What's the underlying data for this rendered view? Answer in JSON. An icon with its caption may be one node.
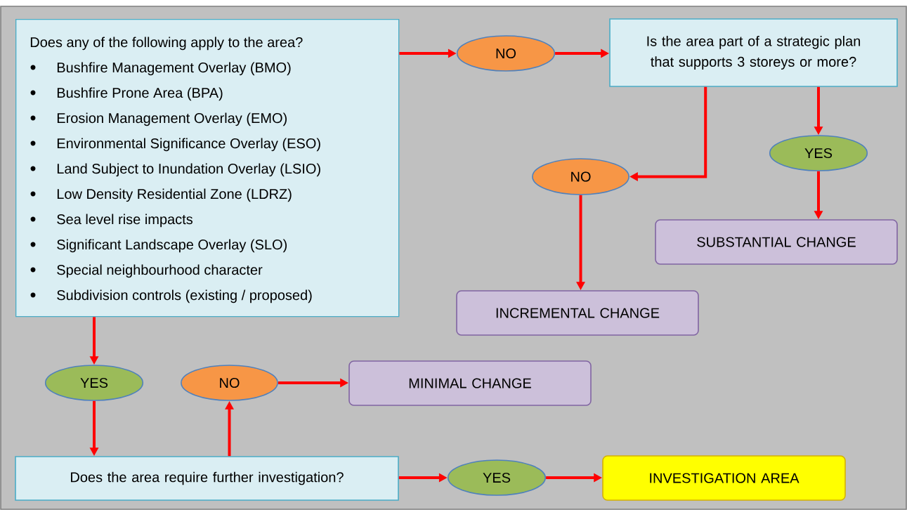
{
  "diagram": {
    "nodes": [
      {
        "text": [
          "Does any of the following apply to the area?",
          "Bushfire Management Overlay (BMO)",
          "Bushfire Prone Area (BPA)",
          "Erosion Management Overlay (EMO)",
          "Environmental Significance Overlay (ESO)",
          "Land Subject to Inundation Overlay (LSIO)",
          "Low Density Residential Zone (LDRZ)",
          "Sea level rise impacts",
          "Significant Landscape Overlay (SLO)",
          "Special neighbourhood character",
          "Subdivision controls (existing / proposed)"
        ]
      },
      {
        "text": [
          "NO"
        ]
      },
      {
        "text": [
          "Is the area part of a strategic plan that supports 3 storeys or more?"
        ]
      },
      {
        "text": [
          "NO"
        ]
      },
      {
        "text": [
          "YES"
        ]
      },
      {
        "text": [
          "SUBSTANTIAL CHANGE"
        ]
      },
      {
        "text": [
          "INCREMENTAL CHANGE"
        ]
      },
      {
        "text": [
          "YES"
        ]
      },
      {
        "text": [
          "NO"
        ]
      },
      {
        "text": [
          "MINIMAL CHANGE"
        ]
      },
      {
        "text": [
          "Does the area require further investigation?"
        ]
      },
      {
        "text": [
          "YES"
        ]
      },
      {
        "text": [
          "INVESTIGATION AREA"
        ]
      }
    ],
    "edges": [
      {
        "from": 0,
        "to": 1,
        "arrow": "to"
      },
      {
        "from": 1,
        "to": 2,
        "arrow": "to"
      },
      {
        "from": 2,
        "to": 3,
        "arrow": "to"
      },
      {
        "from": 2,
        "to": 4,
        "arrow": "to"
      },
      {
        "from": 4,
        "to": 5,
        "arrow": "to"
      },
      {
        "from": 3,
        "to": 6,
        "arrow": "to"
      },
      {
        "from": 0,
        "to": 7,
        "arrow": "to"
      },
      {
        "from": 7,
        "to": 10,
        "arrow": "to"
      },
      {
        "from": 10,
        "to": 8,
        "arrow": "to"
      },
      {
        "from": 8,
        "to": 9,
        "arrow": "to"
      },
      {
        "from": 10,
        "to": 11,
        "arrow": "to"
      },
      {
        "from": 11,
        "to": 12,
        "arrow": "to"
      }
    ]
  }
}
